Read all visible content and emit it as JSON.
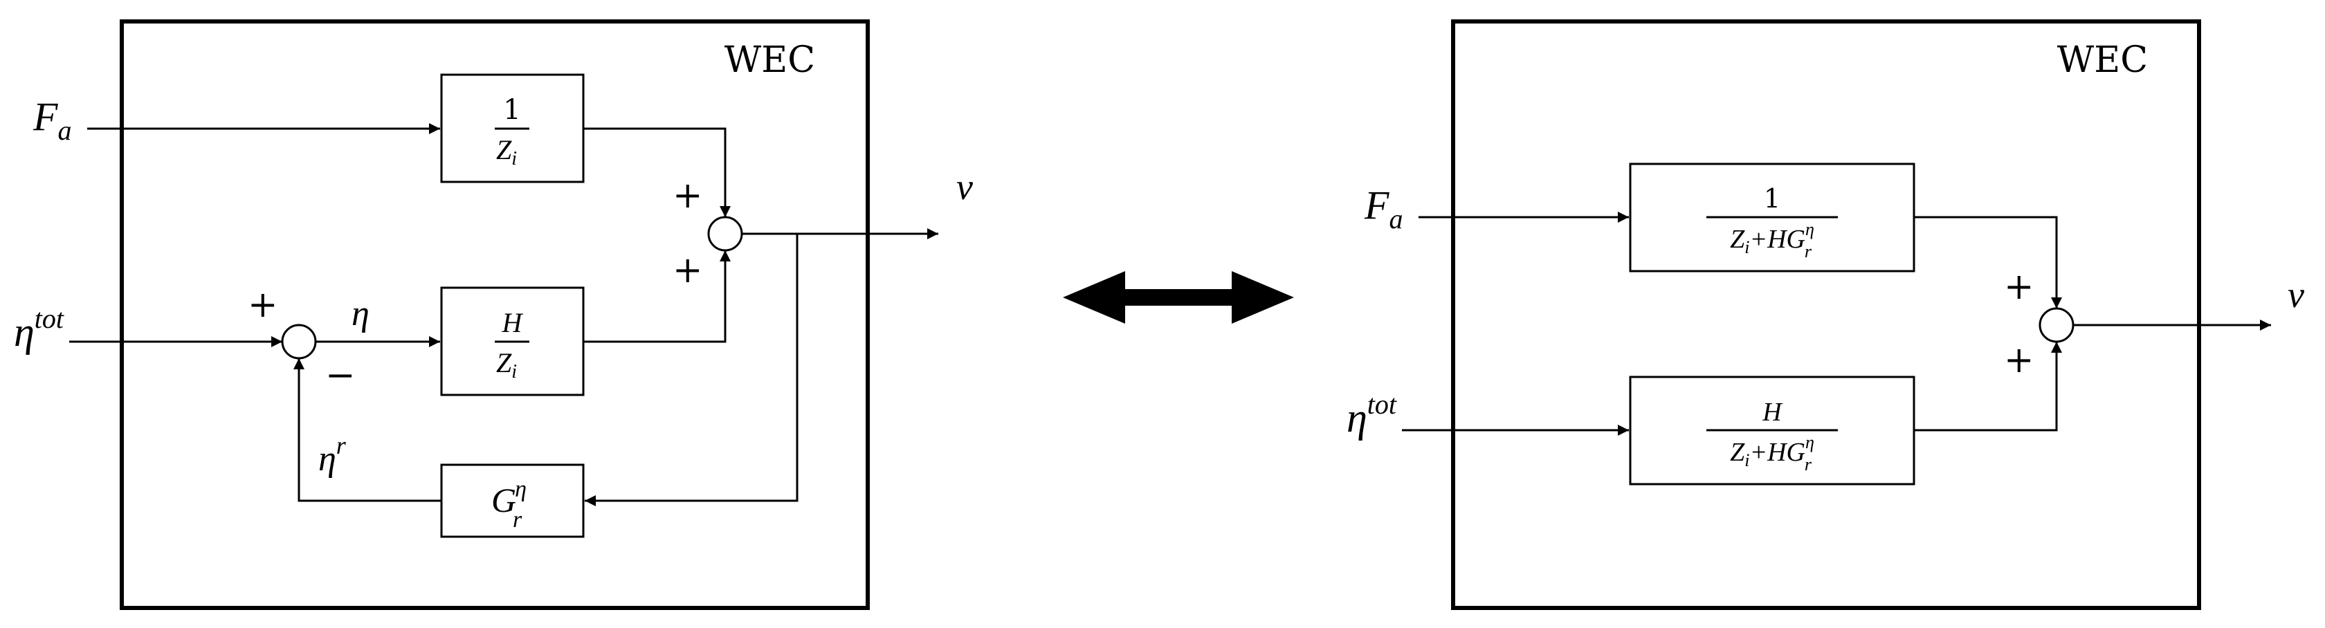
{
  "left": {
    "title": "WEC",
    "input_force": "F",
    "input_force_sub": "a",
    "input_elev": "η",
    "input_elev_sup": "tot",
    "output": "v",
    "block_top": {
      "num": "1",
      "den": "Z",
      "den_sub": "i"
    },
    "block_mid": {
      "num": "H",
      "den": "Z",
      "den_sub": "i"
    },
    "block_bot": {
      "main": "G",
      "sub": "r",
      "sup": "η"
    },
    "sum1_plus": "+",
    "sum1_minus": "−",
    "sum2_plus_top": "+",
    "sum2_plus_bottom": "+",
    "eta_label": "η",
    "eta_r_label": "η",
    "eta_r_sup": "r"
  },
  "right": {
    "title": "WEC",
    "input_force": "F",
    "input_force_sub": "a",
    "input_elev": "η",
    "input_elev_sup": "tot",
    "output": "v",
    "block_top": {
      "num": "1",
      "den_z": "Z",
      "den_i": "i",
      "den_hg": "+HG",
      "den_r": "r",
      "den_eta": "η"
    },
    "block_bot": {
      "num": "H",
      "den_z": "Z",
      "den_i": "i",
      "den_hg": "+HG",
      "den_r": "r",
      "den_eta": "η"
    },
    "sum_plus_top": "+",
    "sum_plus_bottom": "+"
  }
}
